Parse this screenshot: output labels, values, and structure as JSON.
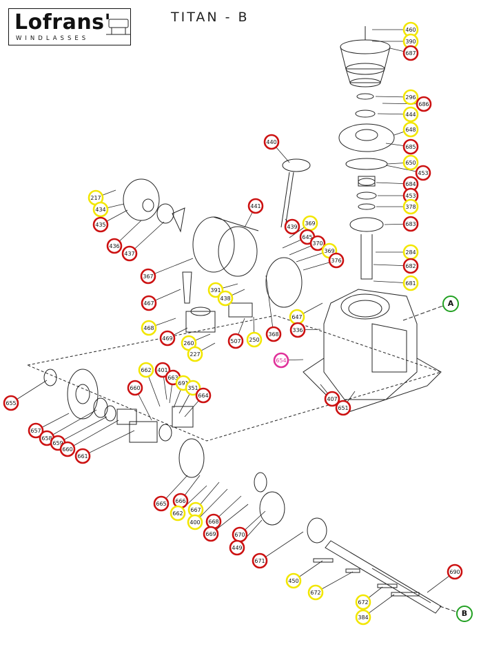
{
  "logo": {
    "name": "Lofrans'",
    "subtitle": "WINDLASSES"
  },
  "title": "TITAN - B",
  "colors": {
    "yellow": "#f2e600",
    "red": "#cc1111",
    "green": "#21a021",
    "magenta": "#e0309a",
    "line": "#222222"
  },
  "labels": [
    {
      "text": "460",
      "color": "yellow"
    },
    {
      "text": "390",
      "color": "yellow"
    },
    {
      "text": "687",
      "color": "red"
    },
    {
      "text": "296",
      "color": "yellow"
    },
    {
      "text": "686",
      "color": "red"
    },
    {
      "text": "444",
      "color": "yellow"
    },
    {
      "text": "648",
      "color": "yellow"
    },
    {
      "text": "685",
      "color": "red"
    },
    {
      "text": "650",
      "color": "yellow"
    },
    {
      "text": "453",
      "color": "red"
    },
    {
      "text": "684",
      "color": "red"
    },
    {
      "text": "453",
      "color": "red"
    },
    {
      "text": "378",
      "color": "yellow"
    },
    {
      "text": "683",
      "color": "red"
    },
    {
      "text": "284",
      "color": "yellow"
    },
    {
      "text": "682",
      "color": "red"
    },
    {
      "text": "681",
      "color": "yellow"
    },
    {
      "text": "440",
      "color": "red"
    },
    {
      "text": "441",
      "color": "red"
    },
    {
      "text": "439",
      "color": "red"
    },
    {
      "text": "369",
      "color": "yellow"
    },
    {
      "text": "645",
      "color": "red"
    },
    {
      "text": "370",
      "color": "red"
    },
    {
      "text": "369",
      "color": "yellow"
    },
    {
      "text": "376",
      "color": "red"
    },
    {
      "text": "217",
      "color": "yellow"
    },
    {
      "text": "434",
      "color": "yellow"
    },
    {
      "text": "435",
      "color": "red"
    },
    {
      "text": "436",
      "color": "red"
    },
    {
      "text": "437",
      "color": "red"
    },
    {
      "text": "367",
      "color": "red"
    },
    {
      "text": "391",
      "color": "yellow"
    },
    {
      "text": "438",
      "color": "yellow"
    },
    {
      "text": "467",
      "color": "red"
    },
    {
      "text": "468",
      "color": "yellow"
    },
    {
      "text": "469",
      "color": "red"
    },
    {
      "text": "260",
      "color": "yellow"
    },
    {
      "text": "227",
      "color": "yellow"
    },
    {
      "text": "507",
      "color": "red"
    },
    {
      "text": "250",
      "color": "yellow"
    },
    {
      "text": "368",
      "color": "red"
    },
    {
      "text": "647",
      "color": "yellow"
    },
    {
      "text": "336",
      "color": "red"
    },
    {
      "text": "654",
      "color": "magenta"
    },
    {
      "text": "407",
      "color": "red"
    },
    {
      "text": "651",
      "color": "red"
    },
    {
      "text": "A",
      "color": "green"
    },
    {
      "text": "655",
      "color": "red"
    },
    {
      "text": "662",
      "color": "yellow"
    },
    {
      "text": "401",
      "color": "red"
    },
    {
      "text": "663",
      "color": "red"
    },
    {
      "text": "691",
      "color": "yellow"
    },
    {
      "text": "351",
      "color": "yellow"
    },
    {
      "text": "664",
      "color": "red"
    },
    {
      "text": "660",
      "color": "red"
    },
    {
      "text": "657",
      "color": "red"
    },
    {
      "text": "658",
      "color": "red"
    },
    {
      "text": "659",
      "color": "red"
    },
    {
      "text": "660",
      "color": "red"
    },
    {
      "text": "661",
      "color": "red"
    },
    {
      "text": "665",
      "color": "red"
    },
    {
      "text": "666",
      "color": "red"
    },
    {
      "text": "662",
      "color": "yellow"
    },
    {
      "text": "667",
      "color": "yellow"
    },
    {
      "text": "400",
      "color": "yellow"
    },
    {
      "text": "668",
      "color": "red"
    },
    {
      "text": "669",
      "color": "red"
    },
    {
      "text": "670",
      "color": "red"
    },
    {
      "text": "449",
      "color": "red"
    },
    {
      "text": "671",
      "color": "red"
    },
    {
      "text": "690",
      "color": "red"
    },
    {
      "text": "450",
      "color": "yellow"
    },
    {
      "text": "672",
      "color": "yellow"
    },
    {
      "text": "672",
      "color": "yellow"
    },
    {
      "text": "384",
      "color": "yellow"
    },
    {
      "text": "B",
      "color": "green"
    }
  ]
}
